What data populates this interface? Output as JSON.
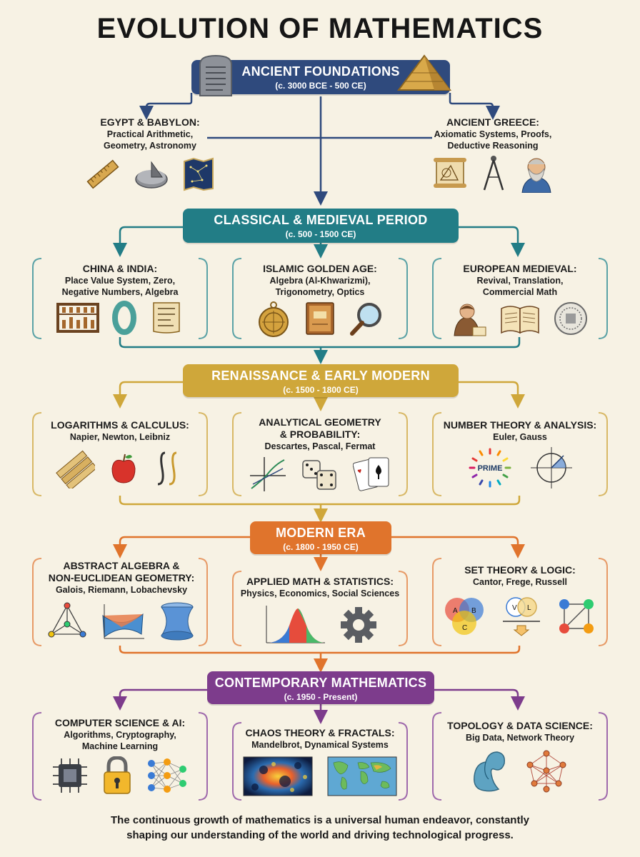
{
  "title": "EVOLUTION OF MATHEMATICS",
  "eras": {
    "ancient": {
      "title": "ANCIENT FOUNDATIONS",
      "period": "(c. 3000 BCE - 500 CE)",
      "color": "#2f4a7d"
    },
    "classical": {
      "title": "CLASSICAL & MEDIEVAL PERIOD",
      "period": "(c. 500 - 1500 CE)",
      "color": "#227d86"
    },
    "renaissance": {
      "title": "RENAISSANCE & EARLY MODERN",
      "period": "(c. 1500 - 1800 CE)",
      "color": "#cfa73a"
    },
    "modern": {
      "title": "MODERN ERA",
      "period": "(c. 1800 - 1950 CE)",
      "color": "#e0742c"
    },
    "contemporary": {
      "title": "CONTEMPORARY MATHEMATICS",
      "period": "(c. 1950 - Present)",
      "color": "#7d3c8c"
    }
  },
  "ancient_items": [
    {
      "heading": "EGYPT & BABYLON:",
      "desc": [
        "Practical Arithmetic,",
        "Geometry, Astronomy"
      ],
      "icons": [
        "ruler-icon",
        "sundial-icon",
        "star-map-icon"
      ]
    },
    {
      "heading": "ANCIENT GREECE:",
      "desc": [
        "Axiomatic Systems, Proofs,",
        "Deductive Reasoning"
      ],
      "icons": [
        "scroll-diagram-icon",
        "compass-icon",
        "philosopher-icon"
      ]
    }
  ],
  "classical_items": [
    {
      "heading": "CHINA & INDIA:",
      "desc": [
        "Place Value System, Zero,",
        "Negative Numbers, Algebra"
      ],
      "icons": [
        "abacus-icon",
        "zero-icon",
        "manuscript-icon"
      ]
    },
    {
      "heading": "ISLAMIC GOLDEN AGE:",
      "desc": [
        "Algebra (Al-Khwarizmi),",
        "Trigonometry, Optics"
      ],
      "icons": [
        "astrolabe-icon",
        "book-icon",
        "magnifier-icon"
      ]
    },
    {
      "heading": "EUROPEAN MEDIEVAL:",
      "desc": [
        "Revival, Translation,",
        "Commercial Math"
      ],
      "icons": [
        "monk-icon",
        "open-book-icon",
        "seal-icon"
      ]
    }
  ],
  "renaissance_items": [
    {
      "heading": [
        "LOGARITHMS & CALCULUS:"
      ],
      "desc": [
        "Napier, Newton, Leibniz"
      ],
      "icons": [
        "napier-bones-icon",
        "apple-icon",
        "integral-icon"
      ]
    },
    {
      "heading": [
        "ANALYTICAL GEOMETRY",
        "& PROBABILITY:"
      ],
      "desc": [
        "Descartes, Pascal, Fermat"
      ],
      "icons": [
        "graph-icon",
        "dice-icon",
        "cards-icon"
      ]
    },
    {
      "heading": [
        "NUMBER THEORY & ANALYSIS:"
      ],
      "desc": [
        "Euler, Gauss"
      ],
      "icons": [
        "prime-wheel-icon",
        "unit-circle-icon"
      ]
    }
  ],
  "prime_label": "PRIME",
  "modern_items": [
    {
      "heading": [
        "ABSTRACT ALGEBRA &",
        "NON-EUCLIDEAN GEOMETRY:"
      ],
      "desc": [
        "Galois, Riemann, Lobachevsky"
      ],
      "icons": [
        "group-graph-icon",
        "saddle-surface-icon",
        "hyperboloid-icon"
      ]
    },
    {
      "heading": [
        "APPLIED MATH & STATISTICS:"
      ],
      "desc": [
        "Physics, Economics, Social Sciences"
      ],
      "icons": [
        "bell-curve-icon",
        "gear-icon"
      ]
    },
    {
      "heading": [
        "SET THEORY & LOGIC:"
      ],
      "desc": [
        "Cantor, Frege, Russell"
      ],
      "icons": [
        "venn-diagram-icon",
        "logic-icon",
        "directed-graph-icon"
      ]
    }
  ],
  "venn_labels": [
    "A",
    "B",
    "C"
  ],
  "logic_labels": [
    "V",
    "L"
  ],
  "contemporary_items": [
    {
      "heading": [
        "COMPUTER SCIENCE & AI:"
      ],
      "desc": [
        "Algorithms, Cryptography,",
        "Machine Learning"
      ],
      "icons": [
        "chip-icon",
        "padlock-icon",
        "neural-network-icon"
      ]
    },
    {
      "heading": [
        "CHAOS THEORY & FRACTALS:"
      ],
      "desc": [
        "Mandelbrot, Dynamical Systems"
      ],
      "icons": [
        "fractal-icon",
        "world-map-icon"
      ]
    },
    {
      "heading": [
        "TOPOLOGY & DATA SCIENCE:"
      ],
      "desc": [
        "Big Data, Network Theory"
      ],
      "icons": [
        "klein-bottle-icon",
        "network-icon"
      ]
    }
  ],
  "footer": [
    "The continuous growth of mathematics is a universal human endeavor, constantly",
    "shaping our understanding of the world and driving technological progress."
  ]
}
